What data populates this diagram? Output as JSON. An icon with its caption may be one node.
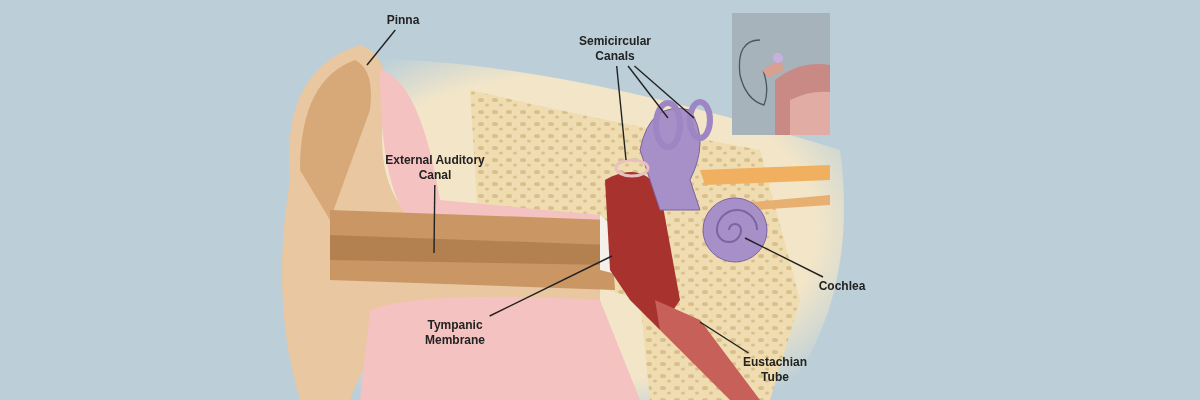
{
  "diagram": {
    "nodes": [
      {
        "text": [
          "Pinna"
        ]
      },
      {
        "text": [
          "Semicircular Canals"
        ]
      },
      {
        "text": [
          "External Auditory Canal"
        ]
      },
      {
        "text": [
          "Cochlea"
        ]
      },
      {
        "text": [
          "Tympanic Membrane"
        ]
      },
      {
        "text": [
          "Eustachian Tube"
        ]
      }
    ],
    "edges": [
      {
        "from": 0,
        "to": null,
        "arrow": "none"
      },
      {
        "from": 1,
        "to": null,
        "arrow": "none"
      },
      {
        "from": 1,
        "to": null,
        "arrow": "none"
      },
      {
        "from": 1,
        "to": null,
        "arrow": "none"
      },
      {
        "from": 2,
        "to": null,
        "arrow": "none"
      },
      {
        "from": 3,
        "to": null,
        "arrow": "none"
      },
      {
        "from": 4,
        "to": null,
        "arrow": "none"
      },
      {
        "from": 5,
        "to": null,
        "arrow": "none"
      }
    ]
  }
}
